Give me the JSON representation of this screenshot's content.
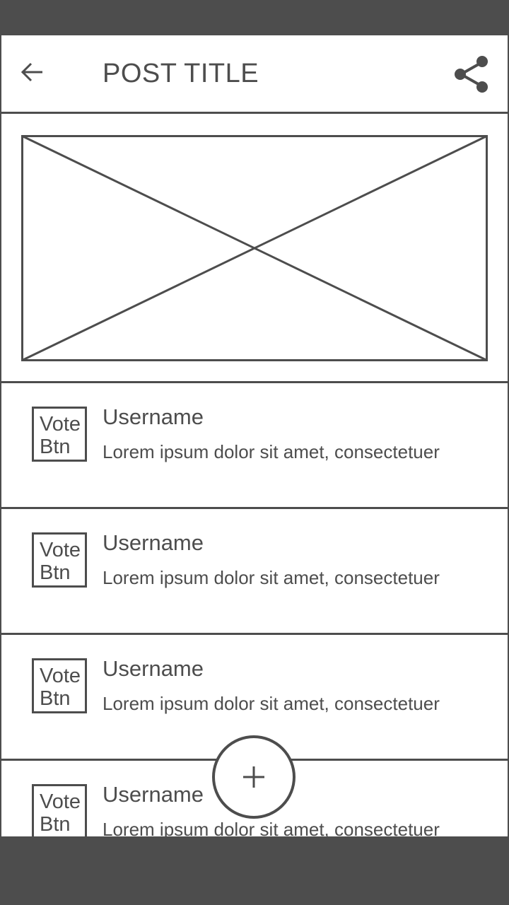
{
  "header": {
    "title": "POST TITLE",
    "back_icon": "arrow-left-icon",
    "share_icon": "share-icon"
  },
  "image": {
    "icon": "image-placeholder-icon"
  },
  "comments": [
    {
      "vote_line1": "Vote",
      "vote_line2": "Btn",
      "username": "Username",
      "text": "Lorem ipsum dolor sit amet, consectetuer"
    },
    {
      "vote_line1": "Vote",
      "vote_line2": "Btn",
      "username": "Username",
      "text": "Lorem ipsum dolor sit amet, consectetuer"
    },
    {
      "vote_line1": "Vote",
      "vote_line2": "Btn",
      "username": "Username",
      "text": "Lorem ipsum dolor sit amet, consectetuer"
    },
    {
      "vote_line1": "Vote",
      "vote_line2": "Btn",
      "username": "Username",
      "text": "Lorem ipsum dolor sit amet, consectetuer"
    }
  ],
  "fab": {
    "icon": "plus-icon"
  },
  "colors": {
    "ink": "#4d4d4d",
    "surface": "#ffffff"
  }
}
